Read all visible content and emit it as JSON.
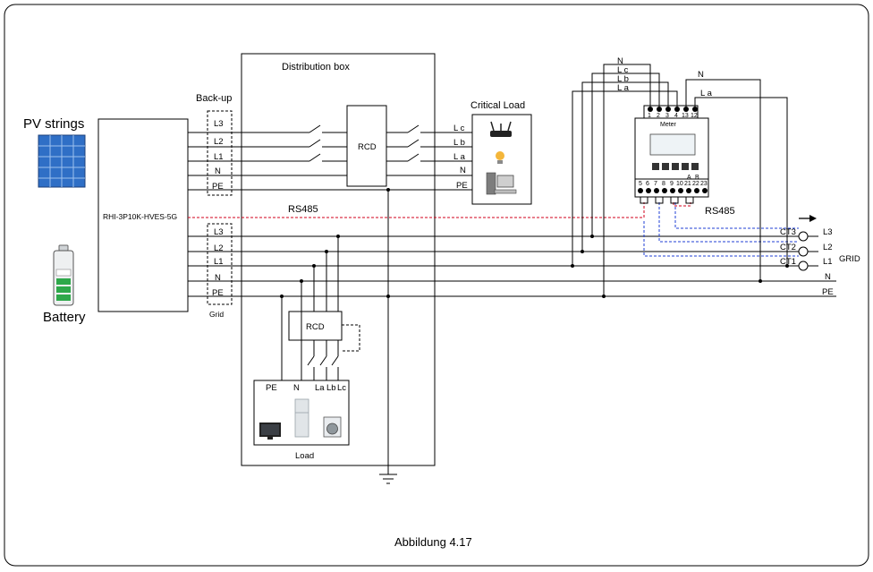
{
  "labels": {
    "distribution_box": "Distribution box",
    "backup": "Back-up",
    "grid_box": "Grid",
    "pv_strings": "PV strings",
    "battery": "Battery",
    "inverter": "RHI-3P10K-HVES-5G",
    "rcd_top": "RCD",
    "rcd_bottom": "RCD",
    "critical_load": "Critical Load",
    "load": "Load",
    "rs485_left": "RS485",
    "rs485_right": "RS485",
    "meter": "Meter",
    "grid": "GRID",
    "caption": "Abbildung 4.17"
  },
  "backup_terminals": [
    "L3",
    "L2",
    "L1",
    "N",
    "PE"
  ],
  "grid_terminals": [
    "L3",
    "L2",
    "L1",
    "N",
    "PE"
  ],
  "critical_load_lines": [
    "L c",
    "L b",
    "L a",
    "N",
    "PE"
  ],
  "meter_top_lines": [
    "N",
    "L c",
    "L b",
    "L a"
  ],
  "meter_right_lines": [
    "N",
    "L a"
  ],
  "meter_top_pins": [
    "1",
    "2",
    "3",
    "4",
    "13",
    "12"
  ],
  "meter_bottom_pins": [
    "5",
    "6",
    "7",
    "8",
    "9",
    "10",
    "21",
    "22",
    "23"
  ],
  "meter_ab": [
    "A",
    "B"
  ],
  "ct_labels": [
    "CT3",
    "CT2",
    "CT1"
  ],
  "grid_lines": [
    "L3",
    "L2",
    "L1",
    "N",
    "PE"
  ],
  "load_terminals": [
    "PE",
    "N",
    "La",
    "Lb",
    "Lc"
  ],
  "colors": {
    "rs485": "#d0021b",
    "ct": "#1f3fd6",
    "battery_green": "#2ea84a",
    "solar": "#2f6fc6"
  }
}
